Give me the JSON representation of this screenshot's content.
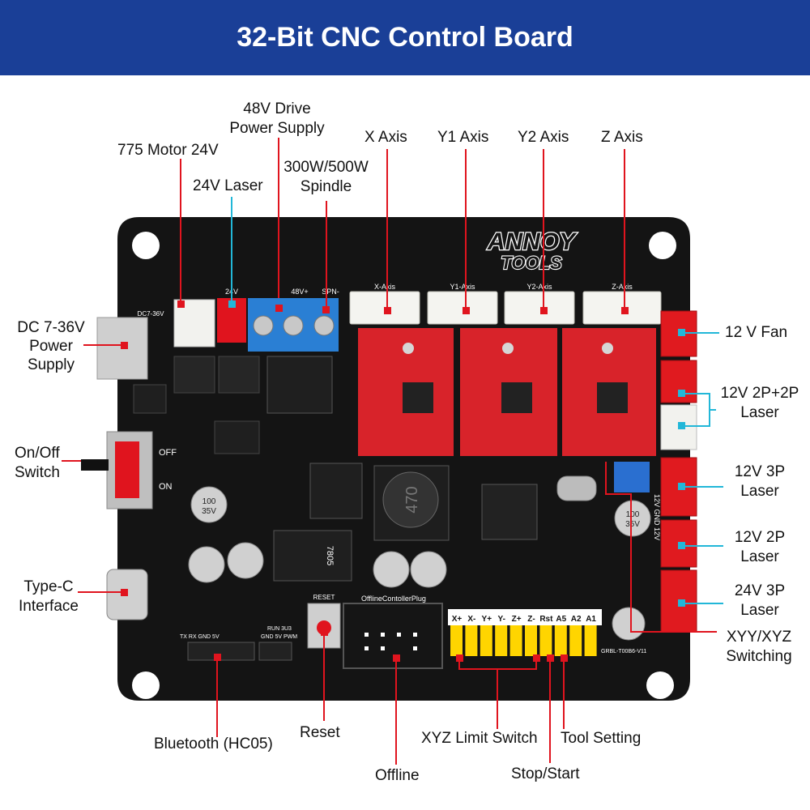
{
  "header": {
    "title": "32-Bit CNC Control Board",
    "background": "#1a3f97"
  },
  "board": {
    "logo_line1": "ANNOY",
    "logo_line2": "TOOLS",
    "silk": {
      "x_axis": "X-Axis",
      "y1_axis": "Y1-Axis",
      "y2_axis": "Y2-Axis",
      "z_axis": "Z-Axis",
      "dc_in": "DC7-36V",
      "spn": "SPN-",
      "v48": "48V+",
      "v24": "24V",
      "off": "OFF",
      "on": "ON",
      "offline_controller": "OfflineContollerPlug",
      "reset": "RESET",
      "bt_pins": "TX  RX  GND  5V",
      "run_pins": "RUN 3U3",
      "pwm_pins": "GND 5V PWM",
      "limit_pins": [
        "X+",
        "X-",
        "Y+",
        "Y-",
        "Z+",
        "Z-",
        "Rst",
        "A5",
        "A2",
        "A1"
      ],
      "right_pins": "12V GND 12V",
      "model": "GRBL-T00B6-V11",
      "cap_value": "100",
      "cap_voltage": "35V",
      "inductor": "470",
      "regulator": "7805"
    }
  },
  "labels": {
    "motor775": "775 Motor 24V",
    "drive48_l1": "48V Drive",
    "drive48_l2": "Power Supply",
    "laser24": "24V Laser",
    "spindle_l1": "300W/500W",
    "spindle_l2": "Spindle",
    "x_axis": "X Axis",
    "y1_axis": "Y1 Axis",
    "y2_axis": "Y2 Axis",
    "z_axis": "Z Axis",
    "dc_l1": "DC 7-36V",
    "dc_l2": "Power",
    "dc_l3": "Supply",
    "onoff_l1": "On/Off",
    "onoff_l2": "Switch",
    "typec_l1": "Type-C",
    "typec_l2": "Interface",
    "fan12": "12 V Fan",
    "laser2p2p_l1": "12V 2P+2P",
    "laser2p2p_l2": "Laser",
    "laser3p_l1": "12V 3P",
    "laser3p_l2": "Laser",
    "laser2p_l1": "12V 2P",
    "laser2p_l2": "Laser",
    "laser24_3p_l1": "24V 3P",
    "laser24_3p_l2": "Laser",
    "xyy_l1": "XYY/XYZ",
    "xyy_l2": "Switching",
    "bluetooth": "Bluetooth (HC05)",
    "reset": "Reset",
    "offline": "Offline",
    "limit": "XYZ Limit Switch",
    "tool": "Tool Setting",
    "stopstart": "Stop/Start"
  },
  "colors": {
    "leader_red": "#e0141e",
    "leader_cyan": "#22b7d8",
    "board": "#141414",
    "driver": "#d8232a"
  }
}
